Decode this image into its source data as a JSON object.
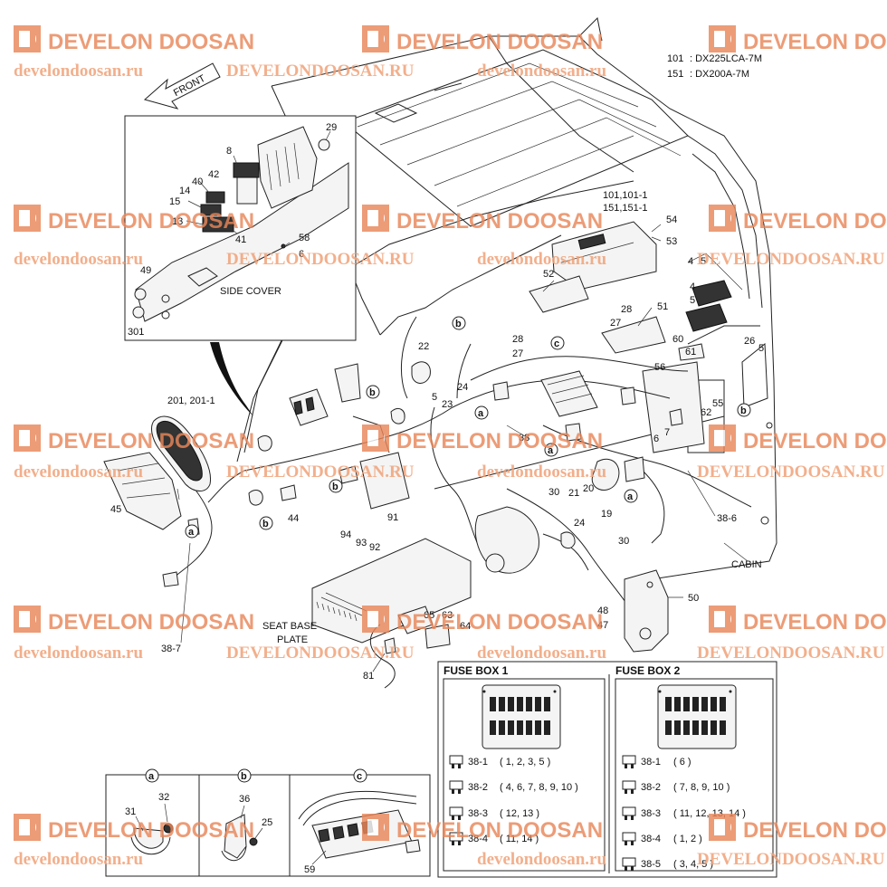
{
  "watermark": {
    "brand": "DEVELON DOOSAN",
    "url_lower": "develondoosan.ru",
    "url_upper": "DEVELONDOOSAN.RU",
    "brand_color": "#e8875a",
    "url_color": "#f0a278"
  },
  "models": {
    "line1_code": "101",
    "line1_text": ": DX225LCA-7M",
    "line2_code": "151",
    "line2_text": ": DX200A-7M"
  },
  "labels": {
    "front": "FRONT",
    "side_cover": "SIDE COVER",
    "cabin": "CABIN",
    "seat_base_1": "SEAT BASE",
    "seat_base_2": "PLATE"
  },
  "parts": {
    "p8": "8",
    "p29": "29",
    "p40": "40",
    "p42": "42",
    "p14": "14",
    "p15": "15",
    "p13": "13",
    "p41": "41",
    "p58": "58",
    "p6a": "6",
    "p49": "49",
    "p301": "301",
    "p101": "101,101-1",
    "p151": "151,151-1",
    "p54": "54",
    "p53": "53",
    "p52": "52",
    "p4a": "4",
    "p5a": "5",
    "p4b": "4",
    "p5b": "5",
    "p51": "51",
    "p28a": "28",
    "p27a": "27",
    "p28b": "28",
    "p27b": "27",
    "p60": "60",
    "p61": "61",
    "p56": "56",
    "p26": "26",
    "p5c": "5",
    "p22": "22",
    "p5d": "5",
    "p23": "23",
    "p24a": "24",
    "p55": "55",
    "p62": "62",
    "p38": "38",
    "p6b": "6",
    "p7": "7",
    "p201": "201, 201-1",
    "p45": "45",
    "p44": "44",
    "p91": "91",
    "p94": "94",
    "p93": "93",
    "p92": "92",
    "p30a": "30",
    "p20": "20",
    "p21": "21",
    "p19": "19",
    "p24b": "24",
    "p30b": "30",
    "p386": "38-6",
    "p387": "38-7",
    "p50": "50",
    "p48": "48",
    "p47": "47",
    "p65": "65",
    "p63": "63",
    "p64": "64",
    "p81": "81",
    "p31": "31",
    "p32": "32",
    "p36": "36",
    "p25": "25",
    "p59": "59"
  },
  "callouts": {
    "a": "a",
    "b": "b",
    "c": "c"
  },
  "detail_tabs": [
    "a",
    "b",
    "c"
  ],
  "fuse_box_1": {
    "title": "FUSE BOX 1",
    "rows": [
      {
        "code": "38-1",
        "items": "( 1, 2, 3, 5 )"
      },
      {
        "code": "38-2",
        "items": "( 4, 6, 7, 8, 9, 10 )"
      },
      {
        "code": "38-3",
        "items": "( 12, 13 )"
      },
      {
        "code": "38-4",
        "items": "( 11, 14 )"
      }
    ]
  },
  "fuse_box_2": {
    "title": "FUSE BOX 2",
    "rows": [
      {
        "code": "38-1",
        "items": "( 6 )"
      },
      {
        "code": "38-2",
        "items": "( 7, 8, 9, 10 )"
      },
      {
        "code": "38-3",
        "items": "( 11, 12, 13, 14 )"
      },
      {
        "code": "38-4",
        "items": "( 1, 2 )"
      },
      {
        "code": "38-5",
        "items": "( 3, 4, 5 )"
      }
    ]
  }
}
